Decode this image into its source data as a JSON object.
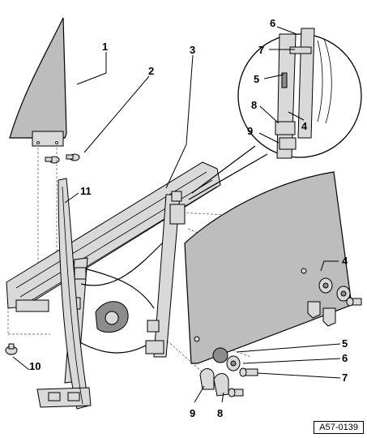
{
  "callouts": {
    "c1": "1",
    "c2": "2",
    "c3": "3",
    "c4_main": "4",
    "c4_detail": "4",
    "c5_main": "5",
    "c5_detail": "5",
    "c6_main": "6",
    "c6_detail": "6",
    "c7_main": "7",
    "c7_detail": "7",
    "c8_main": "8",
    "c8_detail": "8",
    "c9_main": "9",
    "c9_detail": "9",
    "c10": "10",
    "c11": "11"
  },
  "reference_code": "A57-0139"
}
